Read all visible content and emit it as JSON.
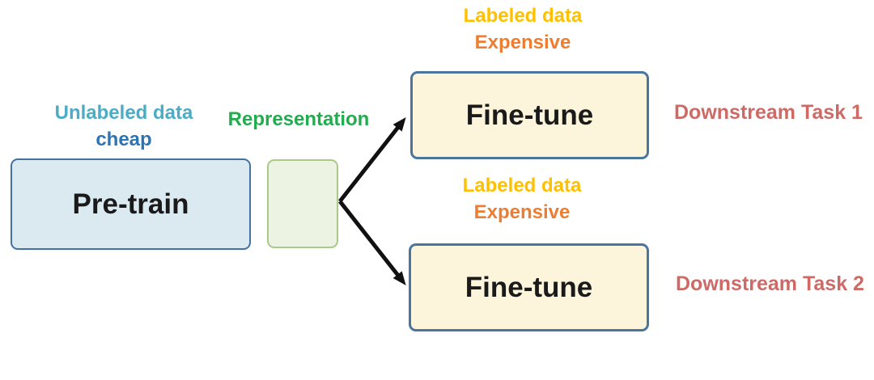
{
  "colors": {
    "unlabeled": "#4BACC6",
    "cheap": "#2E74B5",
    "representation": "#22AC4E",
    "labeled": "#FFC000",
    "expensive": "#ED7D31",
    "downstream": "#CE6A66",
    "pretrain_fill": "#DBE9F1",
    "pretrain_border": "#44719E",
    "repr_fill": "#ECF3E3",
    "repr_border": "#A9C98A",
    "finetune_fill": "#FDF4DC",
    "finetune_border": "#4A769E",
    "arrow": "#111111"
  },
  "nodes": {
    "pretrain": "Pre-train",
    "finetune_top": "Fine-tune",
    "finetune_bottom": "Fine-tune"
  },
  "labels": {
    "unlabeled_line1": "Unlabeled data",
    "unlabeled_line2": "cheap",
    "representation": "Representation",
    "labeled_top_line1": "Labeled data",
    "labeled_top_line2": "Expensive",
    "labeled_bottom_line1": "Labeled data",
    "labeled_bottom_line2": "Expensive",
    "downstream_task_1": "Downstream Task 1",
    "downstream_task_2": "Downstream Task 2"
  }
}
